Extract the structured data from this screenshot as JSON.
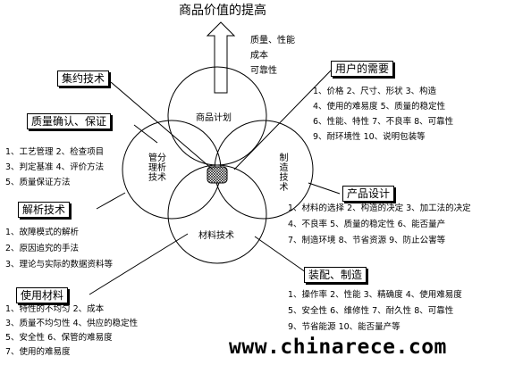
{
  "title": "商品价值的提高",
  "arrow_labels": [
    "质量、性能",
    "成本",
    "可靠性"
  ],
  "circles": {
    "top": "商品计划",
    "left": "管分理析技术",
    "right": "制造技术",
    "bottom": "材料技术"
  },
  "boxes": {
    "intensive": "集约技术",
    "qa": "质量确认、保证",
    "analysis": "解析技术",
    "materials": "使用材料",
    "user_needs": "用户的需要",
    "product_design": "产品设计",
    "assembly": "装配、制造"
  },
  "lists": {
    "qa": [
      "1、工艺管理   2、检查项目",
      "3、判定基准   4、评价方法",
      "5、质量保证方法"
    ],
    "analysis": [
      "1、故障模式的解析",
      "2、原因追究的手法",
      "3、理论与实际的数据资料等"
    ],
    "materials": [
      "1、特性的不均匀   2、成本",
      "3、质量不均匀性   4、供应的稳定性",
      "5、安全性         6、保管的难易度",
      "7、使用的难易度"
    ],
    "user_needs": [
      "1、价格   2、尺寸、形状   3、构造",
      "4、使用的难易度   5、质量的稳定性",
      "6、性能、特性   7、不良率   8、可靠性",
      "9、耐环境性   10、说明包装等"
    ],
    "product_design": [
      "1、材料的选择  2、构造的决定   3、加工法的决定",
      "4、不良率      5、质量的稳定性   6、能否量产",
      "7、制造环境    8、节省资源       9、防止公害等"
    ],
    "assembly": [
      "1、操作率  2、性能   3、精确度   4、使用难易度",
      "5、安全性   6、维修性   7、耐久性   8、可靠性",
      "9、节省能源   10、能否量产等"
    ]
  },
  "watermark": "www.chinarece.com"
}
